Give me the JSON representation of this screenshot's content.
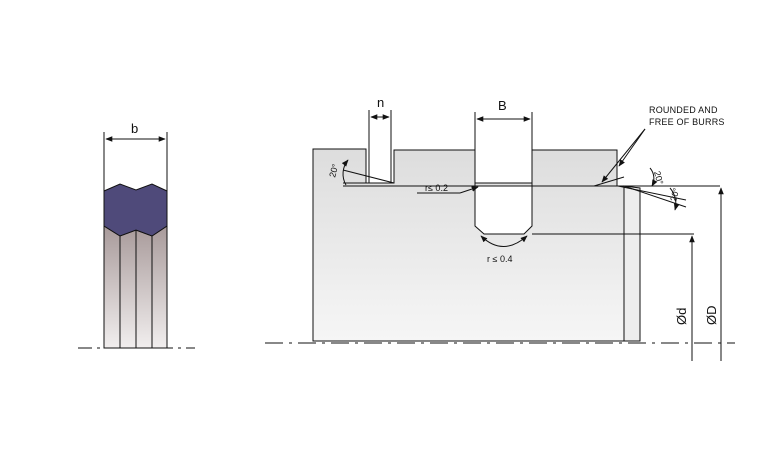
{
  "labels": {
    "b": "b",
    "n": "n",
    "B": "B",
    "note_line1": "ROUNDED AND",
    "note_line2": "FREE OF BURRS",
    "angle_top_left": "20°",
    "angle_top_right": "20°",
    "angle_lower_right": "20°",
    "radius_groove_edge": "r≤ 0.2",
    "radius_groove_bottom": "r ≤ 0.4",
    "dia_d": "Ød",
    "dia_D": "ØD"
  },
  "colors": {
    "seal_profile": "#4f4a7a",
    "seal_body_light": "#e9e4e4",
    "seal_body_dark": "#a89a9a",
    "housing_light": "#f4f4f4",
    "housing_dark": "#dcdcdc",
    "line": "#111111"
  }
}
